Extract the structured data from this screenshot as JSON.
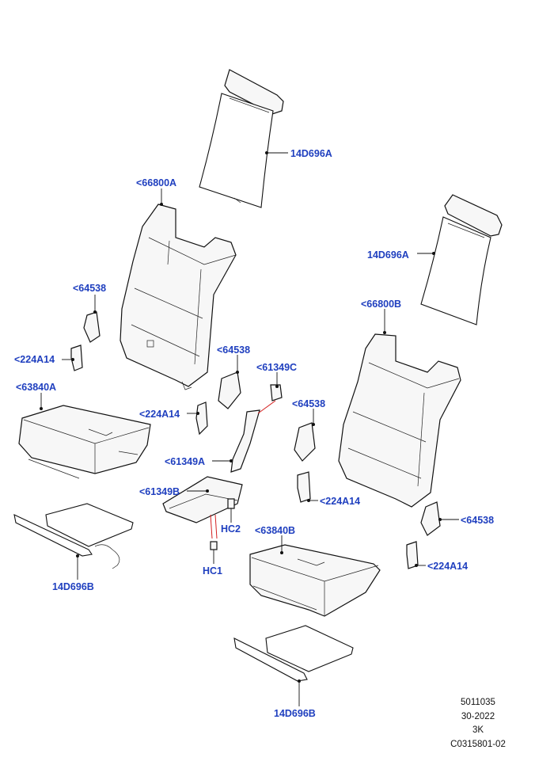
{
  "labels": {
    "headrest_pad_a1": "14D696A",
    "backrest_a": "<66800A",
    "bracket_left_upper": "<64538",
    "trim_left_upper": "<224A14",
    "cushion_a": "<63840A",
    "headrest_pad_a2": "14D696A",
    "backrest_b": "<66800B",
    "bracket_center": "<64538",
    "latch_c": "<61349C",
    "trim_center": "<224A14",
    "bracket_center_right": "<64538",
    "cable_a": "<61349A",
    "cover_b": "<61349B",
    "trim_right_mid": "<224A14",
    "bracket_right": "<64538",
    "hc2": "HC2",
    "cushion_b": "<63840B",
    "trim_right_lower": "<224A14",
    "hc1": "HC1",
    "heater_mat_left": "14D696B",
    "heater_mat_right": "14D696B"
  },
  "info_block": {
    "line1": "5011035",
    "line2": "30-2022",
    "line3": "3K",
    "line4": "C0315801-02"
  }
}
